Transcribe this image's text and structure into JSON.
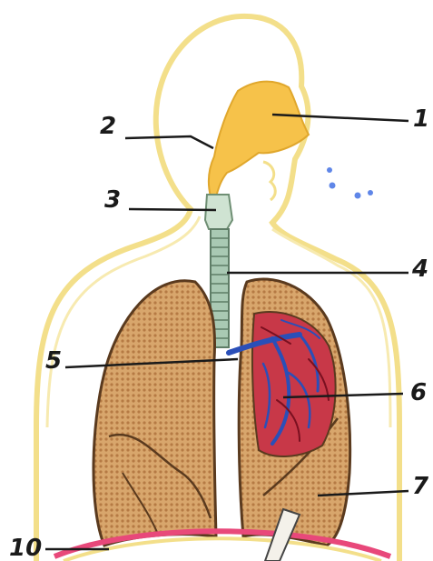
{
  "labels": {
    "l1": "1",
    "l2": "2",
    "l3": "3",
    "l4": "4",
    "l5": "5",
    "l6": "6",
    "l7": "7",
    "l10": "10"
  },
  "colors": {
    "body_outline": "#f3df8a",
    "nasal_cavity": "#f6c24a",
    "lung_fill": "#d9a56b",
    "lung_outline": "#5a3a1e",
    "artery_red": "#d4263a",
    "vein_blue": "#2a4fb8",
    "diaphragm": "#e8487a",
    "trachea": "#a9c9b3",
    "droplets": "#5f86e8",
    "leader_lines": "#1a1a1a"
  }
}
